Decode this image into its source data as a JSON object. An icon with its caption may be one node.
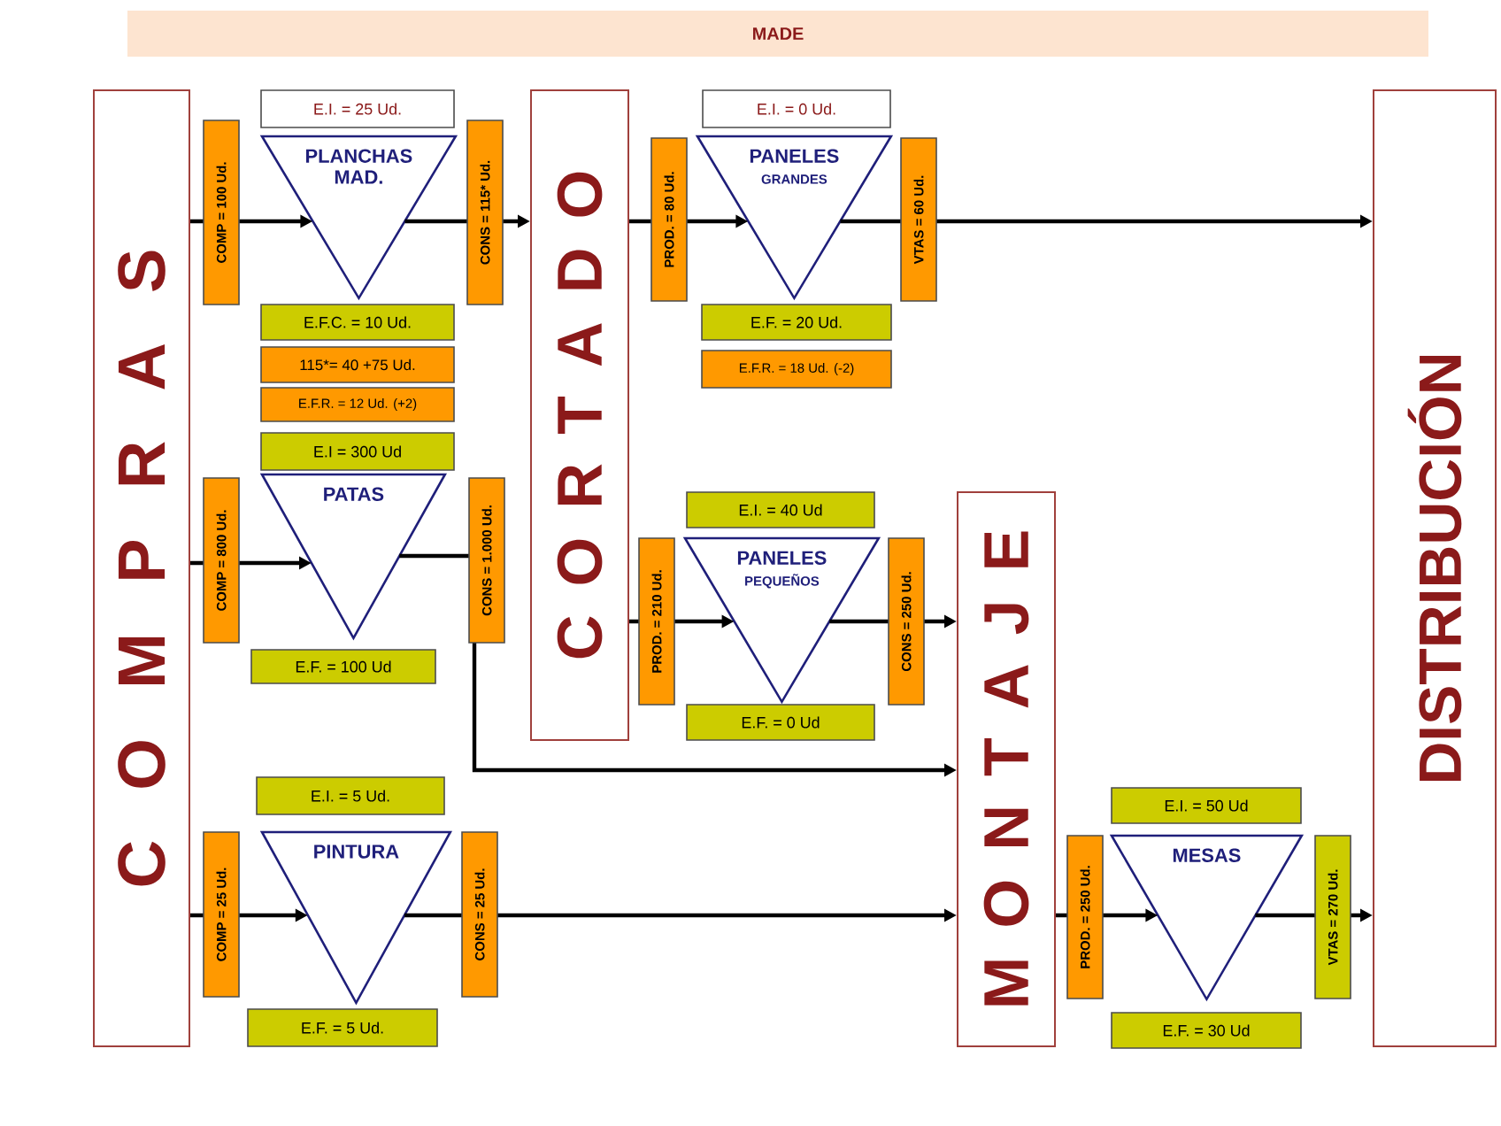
{
  "diagram": {
    "title": "MADE",
    "nodes": [
      {
        "text": [
          "C O M P R A S"
        ]
      },
      {
        "text": [
          "C O R T A D O"
        ]
      },
      {
        "text": [
          "M O N T A J E"
        ]
      },
      {
        "text": [
          "DISTRIBUCIÓN"
        ]
      },
      {
        "text": [
          "PLANCHAS MAD."
        ],
        "beside": [
          "E.I. = 25 Ud.",
          "E.F.C. = 10 Ud.",
          "115*= 40 +75 Ud.",
          "E.F.R. = 12 Ud. (+2)"
        ]
      },
      {
        "text": [
          "PANELES",
          "GRANDES"
        ],
        "beside": [
          "E.I. = 0 Ud.",
          "E.F. = 20 Ud.",
          "E.F.R. = 18 Ud. (-2)"
        ]
      },
      {
        "text": [
          "PATAS"
        ],
        "beside": [
          "E.I = 300 Ud",
          "E.F. = 100 Ud"
        ]
      },
      {
        "text": [
          "PANELES",
          "PEQUEÑOS"
        ],
        "beside": [
          "E.I. = 40 Ud",
          "E.F. = 0 Ud"
        ]
      },
      {
        "text": [
          "PINTURA"
        ],
        "beside": [
          "E.I. = 5 Ud.",
          "E.F. = 5 Ud."
        ]
      },
      {
        "text": [
          "MESAS"
        ],
        "beside": [
          "E.I. = 50 Ud",
          "E.F. = 30 Ud"
        ]
      }
    ],
    "edges": [
      {
        "from": 0,
        "to": 4,
        "arrow": "to",
        "label": "COMP = 100 Ud."
      },
      {
        "from": 4,
        "to": 1,
        "arrow": "to",
        "label": "CONS = 115* Ud."
      },
      {
        "from": 1,
        "to": 5,
        "arrow": "to",
        "label": "PROD. = 80 Ud."
      },
      {
        "from": 5,
        "to": 3,
        "arrow": "to",
        "label": "VTAS = 60 Ud."
      },
      {
        "from": 0,
        "to": 6,
        "arrow": "to",
        "label": "COMP = 800 Ud."
      },
      {
        "from": 6,
        "to": 2,
        "arrow": "to",
        "label": "CONS = 1.000 Ud."
      },
      {
        "from": 1,
        "to": 7,
        "arrow": "to",
        "label": "PROD. = 210 Ud."
      },
      {
        "from": 7,
        "to": 2,
        "arrow": "to",
        "label": "CONS = 250 Ud."
      },
      {
        "from": 0,
        "to": 8,
        "arrow": "to",
        "label": "COMP = 25 Ud."
      },
      {
        "from": 8,
        "to": 2,
        "arrow": "to",
        "label": "CONS = 25 Ud."
      },
      {
        "from": 2,
        "to": 9,
        "arrow": "to",
        "label": "PROD. = 250 Ud."
      },
      {
        "from": 9,
        "to": 3,
        "arrow": "to",
        "label": "VTAS = 270 Ud."
      }
    ]
  }
}
